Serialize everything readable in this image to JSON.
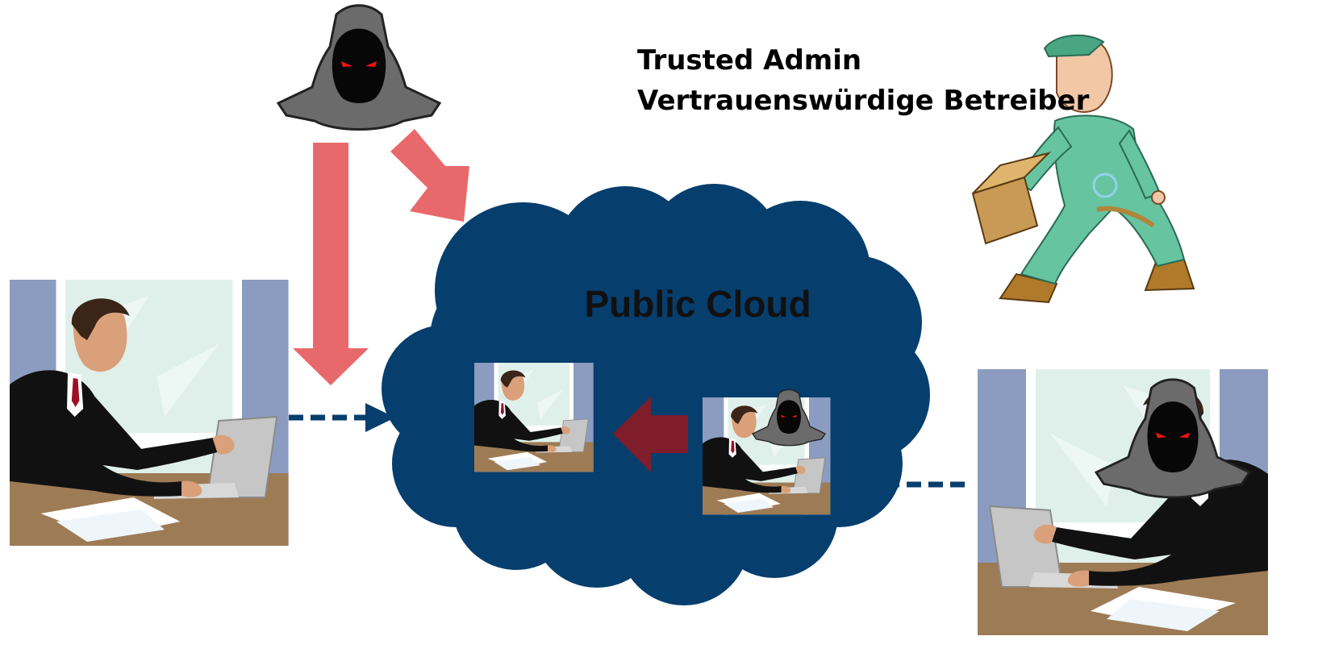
{
  "labels": {
    "admin_line_1": "Trusted Admin",
    "admin_line_2": "Vertrauenswürdige Betreiber",
    "cloud_title": "Public Cloud"
  },
  "colors": {
    "cloud": "#063e6d",
    "attack_arrow": "#e8696b",
    "impersonation_arrow": "#7f1d2a",
    "dashed_connector": "#063e6d",
    "window_blue": "#8c9cc0",
    "window_glass": "#dff0ea",
    "desk": "#9d7b55"
  },
  "icons": [
    "hooded-attacker-icon",
    "trusted-admin-worker-icon",
    "businessman-laptop-icon",
    "hooded-impostor-laptop-icon"
  ]
}
